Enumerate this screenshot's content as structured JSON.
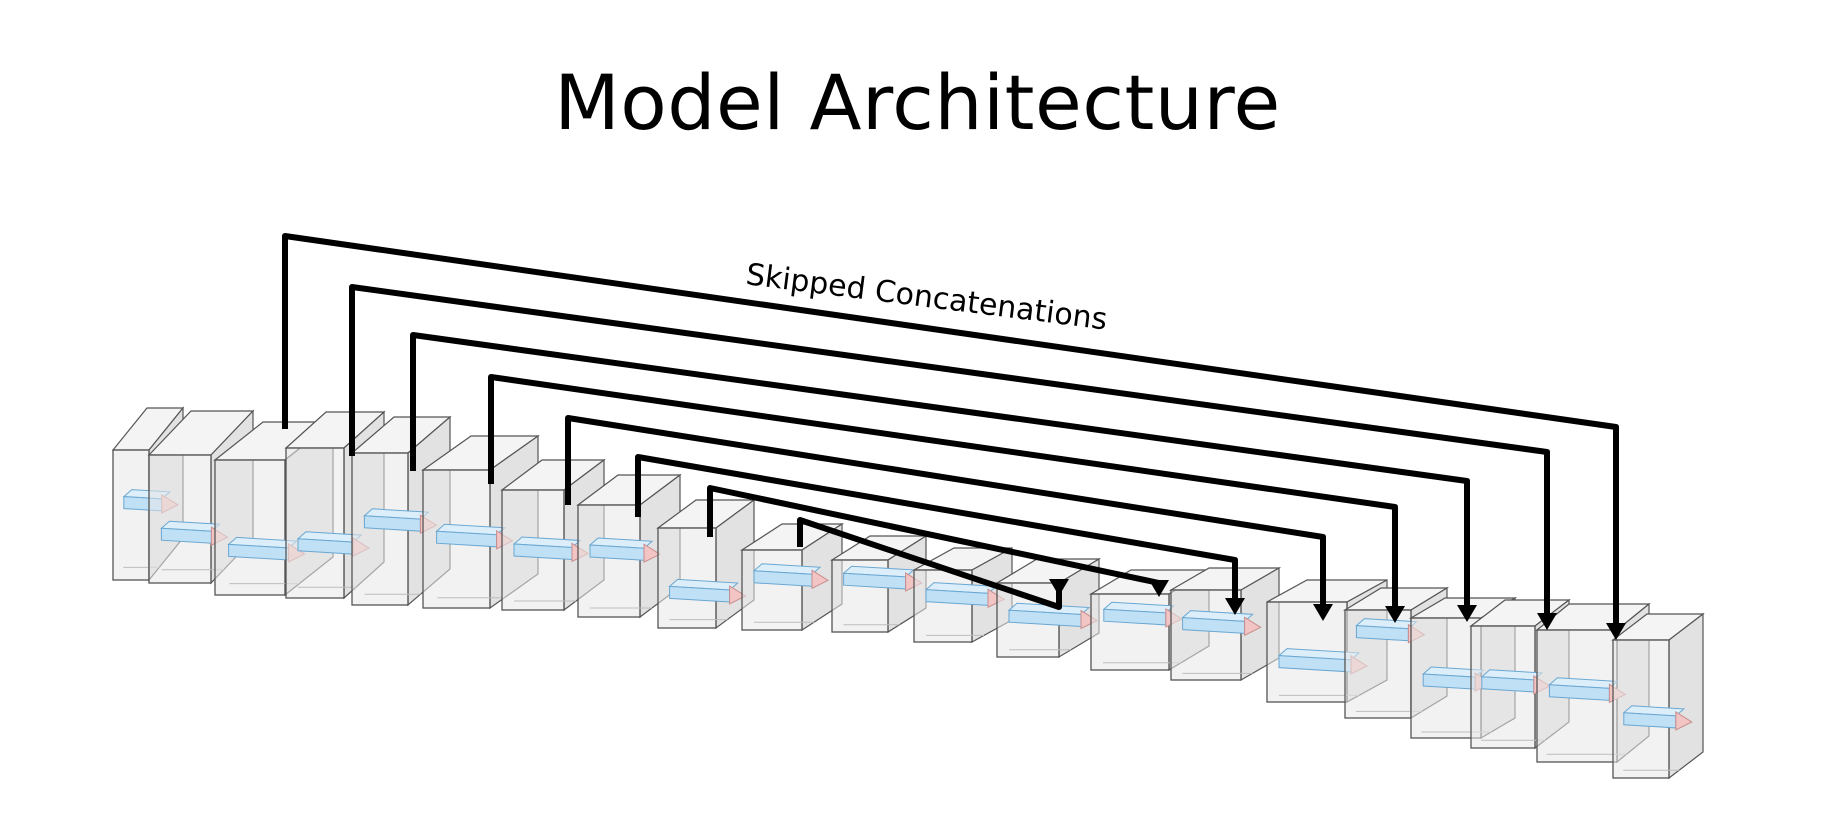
{
  "title": "Model Architecture",
  "skip_label": "Skipped Concatenations",
  "colors": {
    "block_fill": "#e8e8e8",
    "block_stroke": "#555555",
    "bar_fill": "#bfe0f5",
    "bar_stroke": "#6aa7d2",
    "arrow_tip": "#f2c4c4",
    "connector": "#000000"
  },
  "blocks": 21,
  "skip_connections": 8
}
